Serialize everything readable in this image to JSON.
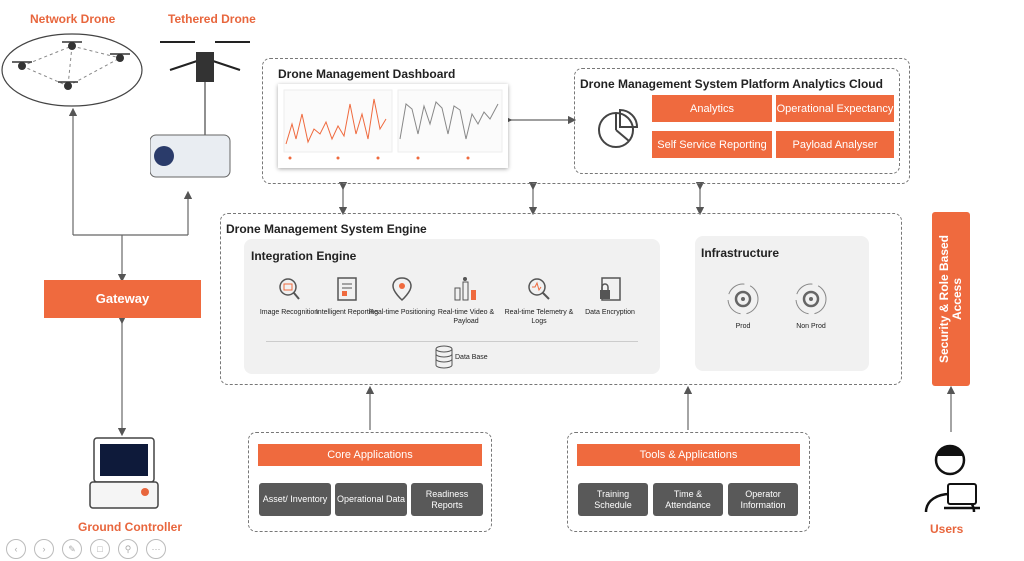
{
  "drones": {
    "network_label": "Network Drone",
    "tethered_label": "Tethered Drone"
  },
  "gateway": {
    "label": "Gateway"
  },
  "ground_controller": {
    "label": "Ground Controller"
  },
  "dashboard": {
    "title": "Drone Management Dashboard"
  },
  "analytics_cloud": {
    "title": "Drone Management System Platform Analytics Cloud",
    "buttons": [
      "Analytics",
      "Operational Expectancy",
      "Self Service Reporting",
      "Payload Analyser"
    ]
  },
  "engine": {
    "title": "Drone Management System Engine",
    "integration": {
      "title": "Integration Engine",
      "features": [
        {
          "label": "Image Recognition",
          "icon": "image-recognition-icon"
        },
        {
          "label": "Intelligent Reporting",
          "icon": "report-icon"
        },
        {
          "label": "Real-time Positioning",
          "icon": "location-pin-icon"
        },
        {
          "label": "Real-time Video & Payload",
          "icon": "video-payload-icon"
        },
        {
          "label": "Real-time Telemetry & Logs",
          "icon": "telemetry-icon"
        },
        {
          "label": "Data Encryption",
          "icon": "lock-icon"
        }
      ],
      "database_label": "Data Base"
    },
    "infrastructure": {
      "title": "Infrastructure",
      "items": [
        {
          "label": "Prod",
          "icon": "gear-cycle-icon"
        },
        {
          "label": "Non Prod",
          "icon": "gear-cycle-icon"
        }
      ]
    }
  },
  "core_apps": {
    "title": "Core Applications",
    "items": [
      "Asset/ Inventory",
      "Operational Data",
      "Readiness Reports"
    ]
  },
  "tools_apps": {
    "title": "Tools & Applications",
    "items": [
      "Training Schedule",
      "Time & Attendance",
      "Operator Information"
    ]
  },
  "security": {
    "label": "Security & Role Based Access"
  },
  "users": {
    "label": "Users"
  },
  "colors": {
    "accent": "#ef6a3e",
    "dark_button": "#595959",
    "panel": "#f1f1f1"
  }
}
